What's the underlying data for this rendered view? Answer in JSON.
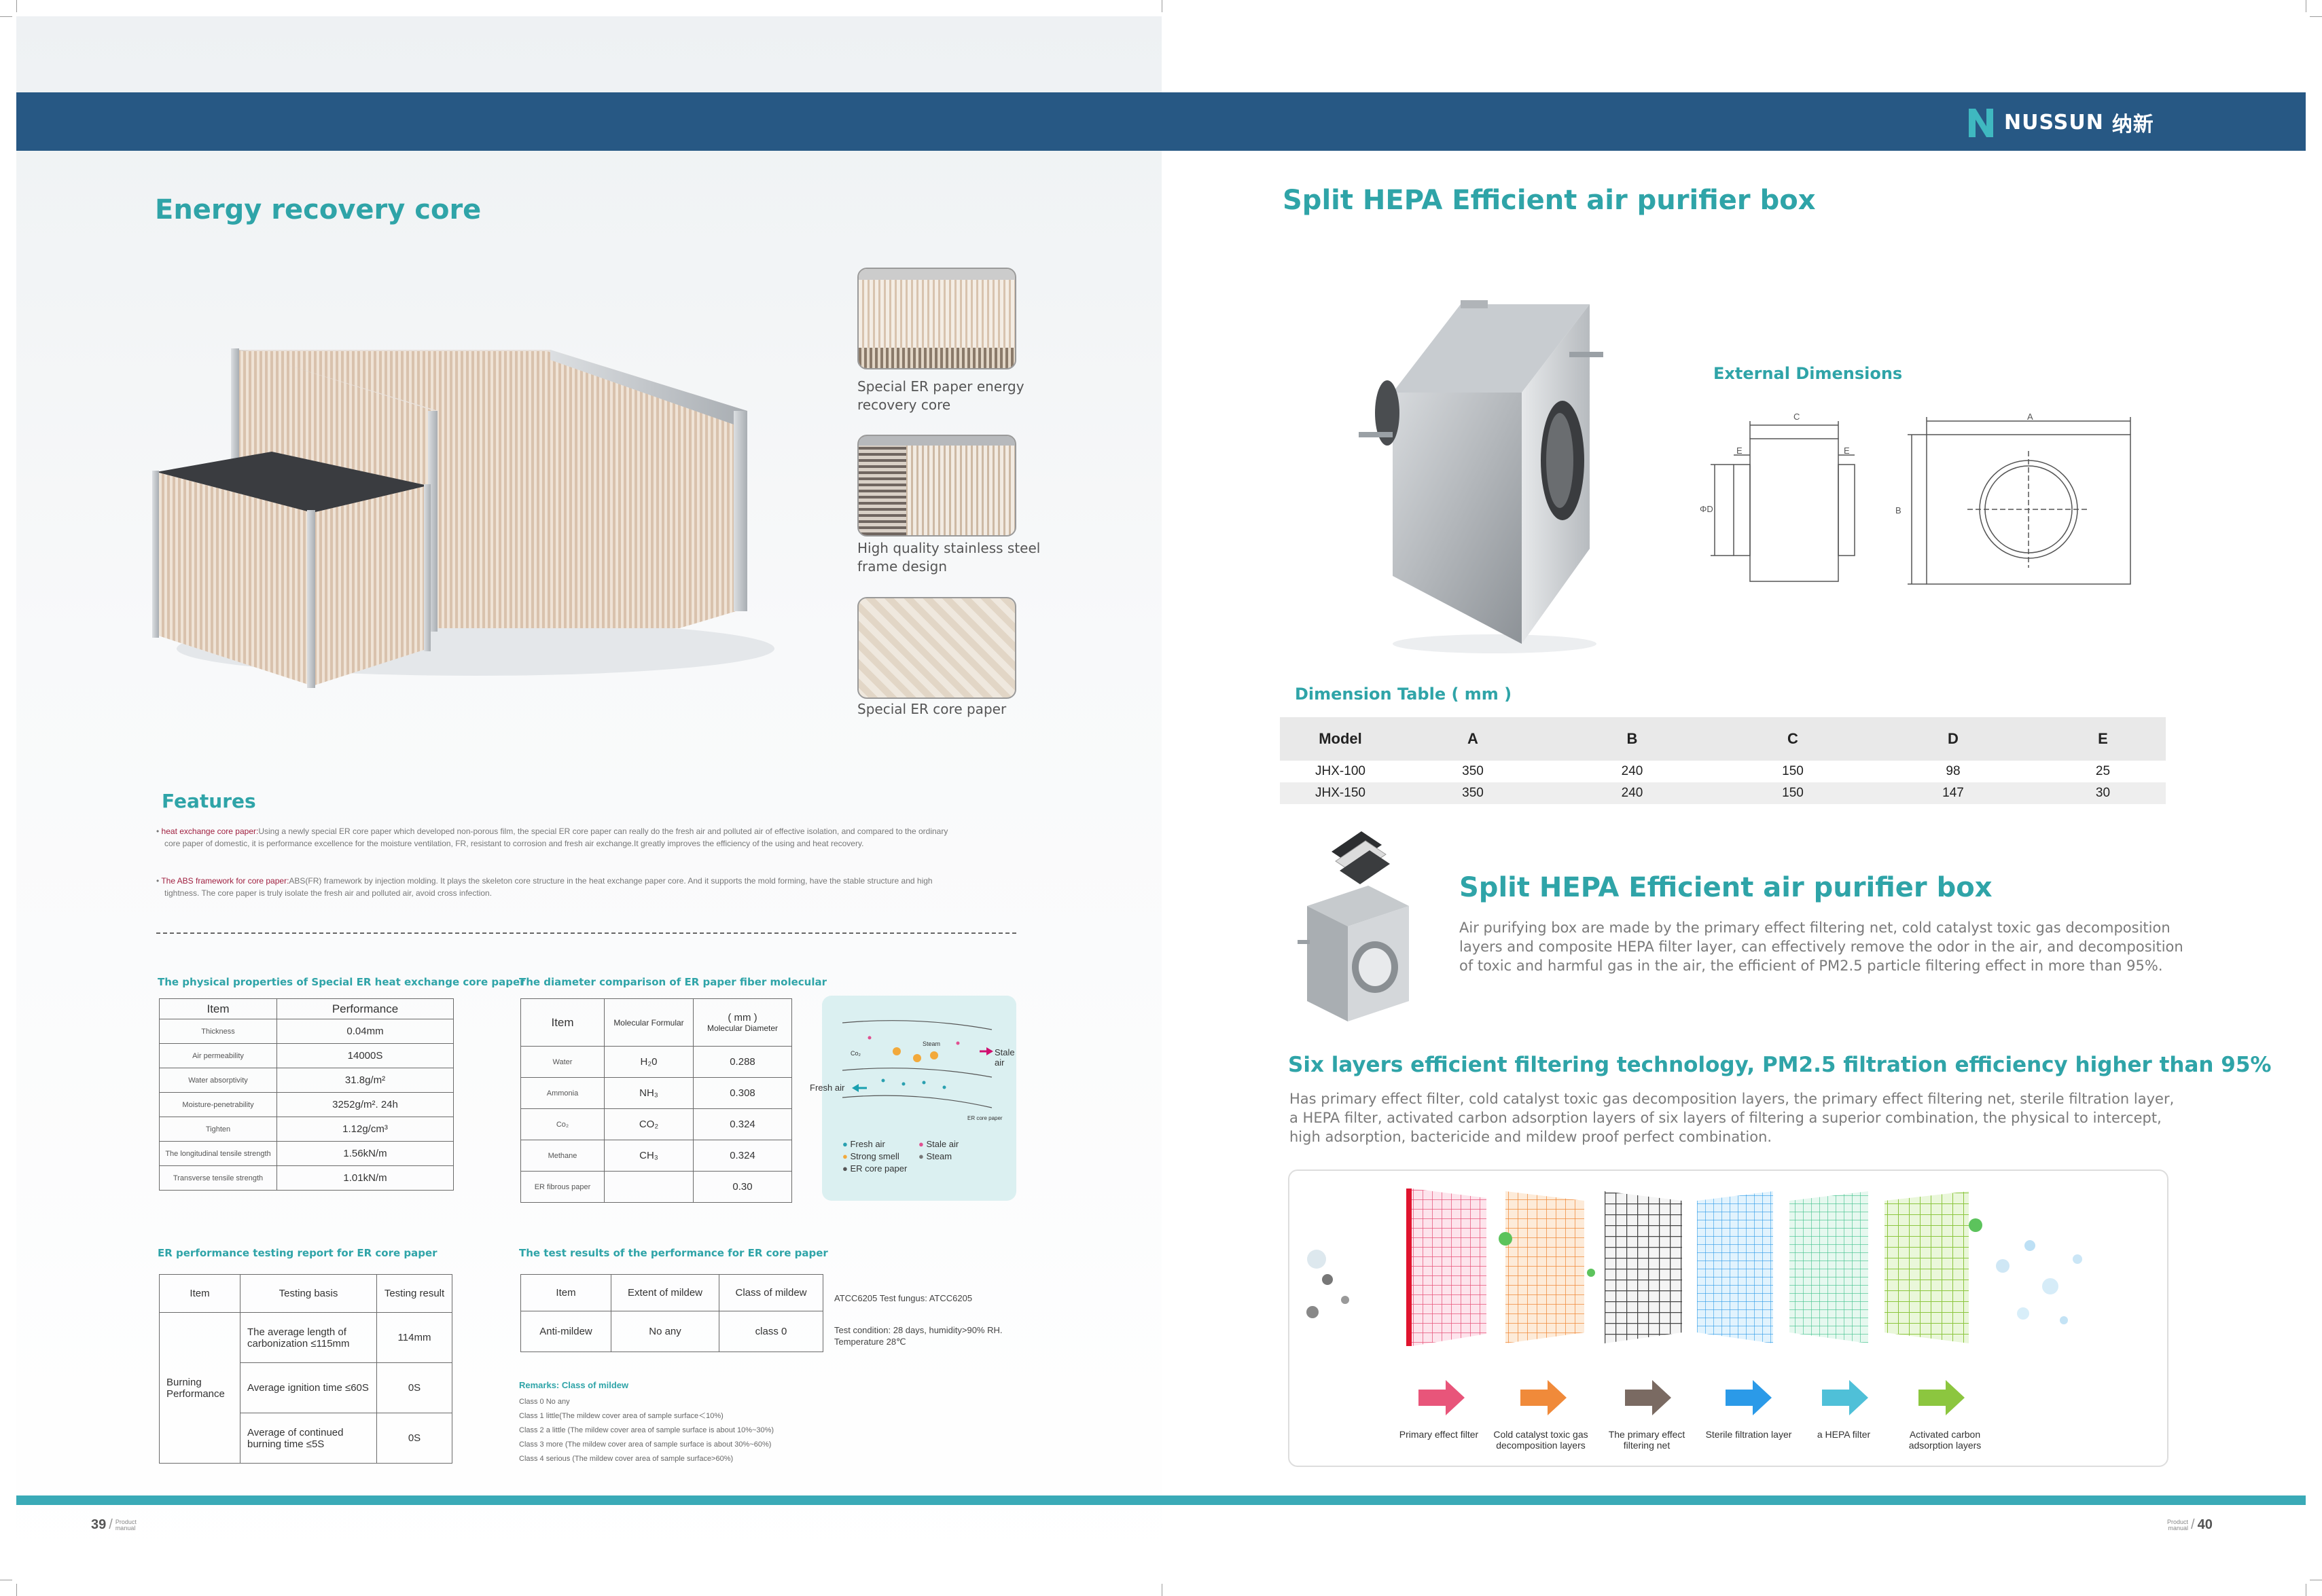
{
  "brand": {
    "name": "NUSSUN",
    "name_cn": "纳新",
    "color": "#275884",
    "accent": "#2fa4a8"
  },
  "left": {
    "title": "Energy recovery core",
    "thumbnails": [
      {
        "caption_line1": "Special ER paper energy",
        "caption_line2": "recovery core"
      },
      {
        "caption_line1": "High quality stainless steel",
        "caption_line2": "frame design"
      },
      {
        "caption_line1": "Special ER core paper",
        "caption_line2": ""
      }
    ],
    "features": {
      "title": "Features",
      "item1_label": "heat exchange core paper:",
      "item1_text": "Using a newly special ER core paper which developed non-porous film, the special ER core paper can really do the fresh air and polluted air of effective isolation, and compared to the ordinary",
      "item1_text2": "core paper of domestic, it is performance excellence for the moisture ventilation, FR, resistant to corrosion and fresh air exchange.It greatly improves the efficiency of the using and heat recovery.",
      "item2_label": "The ABS framework for core paper:",
      "item2_text": "ABS(FR) framework by injection molding.    It plays the skeleton core structure in the heat exchange paper core. And it supports the mold forming, have the stable structure and high",
      "item2_text2": "tightness. The core paper is truly isolate the fresh air  and polluted air, avoid cross infection."
    },
    "physical": {
      "title": "The physical properties of Special ER heat exchange core paper",
      "h_item": "Item",
      "h_perf": "Performance",
      "rows": [
        {
          "item": "Thickness",
          "value": "0.04mm"
        },
        {
          "item": "Air permeability",
          "value": "14000S"
        },
        {
          "item": "Water absorptivity",
          "value": "31.8g/m²"
        },
        {
          "item": "Moisture-penetrability",
          "value": "3252g/m². 24h"
        },
        {
          "item": "Tighten",
          "value": "1.12g/cm³"
        },
        {
          "item": "The longitudinal tensile strength",
          "value": "1.56kN/m"
        },
        {
          "item": "Transverse tensile strength",
          "value": "1.01kN/m"
        }
      ]
    },
    "diameter": {
      "title": "The diameter comparison of ER paper fiber molecular",
      "h_item": "Item",
      "h_formula": "Molecular Formular",
      "h_unit": "( mm )",
      "h_diam": "Molecular Diameter",
      "rows": [
        {
          "item": "Water",
          "formula": "H₂0",
          "value": "0.288"
        },
        {
          "item": "Ammonia",
          "formula": "NH₃",
          "value": "0.308"
        },
        {
          "item": "Co₂",
          "formula": "CO₂",
          "value": "0.324"
        },
        {
          "item": "Methane",
          "formula": "CH₃",
          "value": "0.324"
        },
        {
          "item": "ER fibrous paper",
          "formula": "",
          "value": "0.30"
        }
      ]
    },
    "diagram": {
      "stale_air": "Stale air",
      "fresh_air": "Fresh air",
      "steam": "Steam",
      "co2": "Co₂",
      "er_core_paper": "ER core paper",
      "legend": [
        "Fresh air",
        "Stale air",
        "Strong smell",
        "Steam",
        "ER core paper"
      ]
    },
    "er_report": {
      "title": "ER performance testing report for ER core paper",
      "h_item": "Item",
      "h_basis": "Testing basis",
      "h_result": "Testing result",
      "group": "Burning Performance",
      "rows": [
        {
          "basis": "The average length of carbonization ≤115mm",
          "result": "114mm"
        },
        {
          "basis": "Average ignition time ≤60S",
          "result": "0S"
        },
        {
          "basis": "Average of continued burning time ≤5S",
          "result": "0S"
        }
      ]
    },
    "mildew": {
      "title": "The test results of the performance for ER core paper",
      "h_item": "Item",
      "h_extent": "Extent of mildew",
      "h_class": "Class of mildew",
      "row_item": "Anti-mildew",
      "row_extent": "No any",
      "row_class": "class 0",
      "note1": "ATCC6205   Test fungus: ATCC6205",
      "note2": "Test condition: 28 days, humidity>90% RH.",
      "note3": "Temperature 28℃",
      "remarks_title": "Remarks: Class of mildew",
      "remarks": [
        "Class 0  No any",
        "Class 1  little(The mildew cover area of sample surface＜10%)",
        "Class 2  a little (The mildew cover area of sample surface is about 10%~30%)",
        "Class 3 more (The mildew cover area of sample surface is about 30%~60%)",
        "Class 4  serious (The mildew cover area of sample surface>60%)"
      ]
    },
    "page_number": "39",
    "page_label_1": "Product",
    "page_label_2": "manual"
  },
  "right": {
    "title": "Split HEPA Efficient air purifier box",
    "ext_dim_title": "External Dimensions",
    "dim_labels": {
      "a": "A",
      "b": "B",
      "c": "C",
      "d": "ΦD",
      "e": "E"
    },
    "dim_table_title": "Dimension Table ( mm )",
    "dim_headers": [
      "Model",
      "A",
      "B",
      "C",
      "D",
      "E"
    ],
    "dim_rows": [
      [
        "JHX-100",
        "350",
        "240",
        "150",
        "98",
        "25"
      ],
      [
        "JHX-150",
        "350",
        "240",
        "150",
        "147",
        "30"
      ]
    ],
    "section2_title": "Split HEPA Efficient air purifier box",
    "section2_line1": "Air purifying box are made by the primary effect filtering net, cold catalyst toxic gas decomposition",
    "section2_line2": "layers and composite HEPA filter layer, can effectively remove the odor in the air, and decomposition",
    "section2_line3": "of toxic and harmful gas in the air, the efficient of PM2.5 particle filtering effect in more than 95%.",
    "six_title": "Six layers efficient filtering technology, PM2.5 filtration efficiency higher than 95%",
    "six_line1": "Has primary effect filter, cold catalyst toxic gas decomposition layers, the primary effect filtering net, sterile filtration layer,",
    "six_line2": "a HEPA filter, activated carbon adsorption layers of six layers of filtering a superior combination, the physical to intercept,",
    "six_line3": "high adsorption, bactericide and mildew proof perfect combination.",
    "filters": [
      {
        "l1": "Primary effect filter",
        "l2": "",
        "color": "#e8557a"
      },
      {
        "l1": "Cold catalyst toxic gas",
        "l2": "decomposition layers",
        "color": "#f08a3a"
      },
      {
        "l1": "The primary effect",
        "l2": "filtering net",
        "color": "#7a6a62"
      },
      {
        "l1": "Sterile filtration layer",
        "l2": "",
        "color": "#2b9ae8"
      },
      {
        "l1": "a HEPA filter",
        "l2": "",
        "color": "#4fc0d8"
      },
      {
        "l1": "Activated carbon",
        "l2": "adsorption layers",
        "color": "#8cc63f"
      }
    ],
    "page_number": "40",
    "page_label_1": "Product",
    "page_label_2": "manual"
  }
}
